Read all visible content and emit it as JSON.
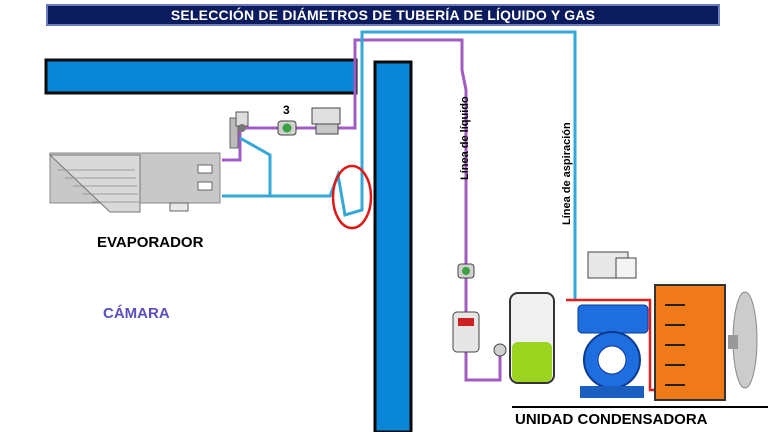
{
  "title": "SELECCIÓN DE DIÁMETROS DE TUBERÍA DE LÍQUIDO Y GAS",
  "labels": {
    "evaporator": "EVAPORADOR",
    "room": "CÁMARA",
    "condensing_unit": "UNIDAD CONDENSADORA",
    "liquid_line": "Línea de líquido",
    "suction_line": "Línea de aspiración",
    "component_number": "3"
  },
  "colors": {
    "wall": "#0a86d6",
    "wall_border": "#0a0a0a",
    "liquid_pipe": "#a05cc0",
    "suction_pipe": "#35a8d8",
    "hot_gas_pipe": "#e02020",
    "highlight_circle": "#e01818",
    "condenser": "#f07a1a",
    "compressor": "#1e6ee0",
    "receiver_liquid": "#9bd41e",
    "title_bg": "#0c1a5e",
    "room_label": "#5a4fc0"
  },
  "icons": [
    "expansion-valve-icon",
    "sight-glass-icon",
    "solenoid-valve-icon",
    "filter-drier-icon",
    "receiver-icon",
    "compressor-icon",
    "fan-icon",
    "pressure-switch-icon"
  ]
}
